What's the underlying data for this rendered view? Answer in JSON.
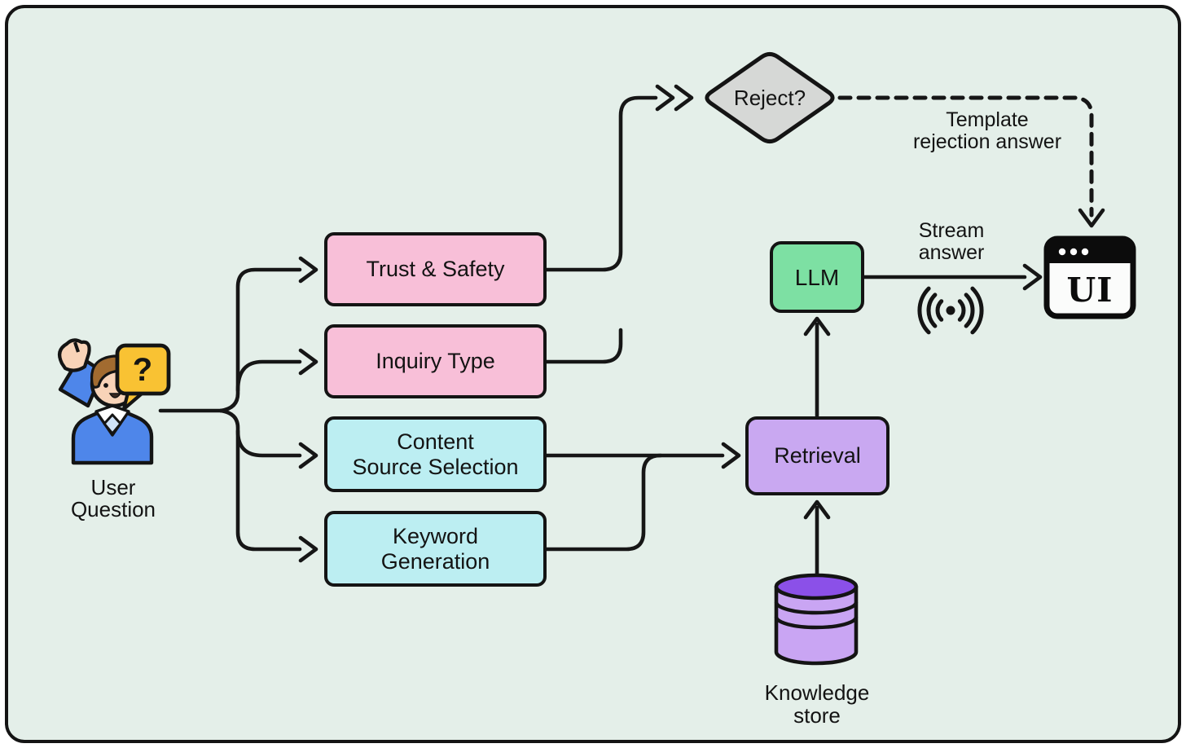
{
  "colors": {
    "background": "#e4efe9",
    "frame_border": "#141414",
    "pink": "#f8bfd8",
    "cyan": "#bceef2",
    "green": "#7de0a3",
    "purple": "#c9a8f1",
    "diamond_gray": "#d6d8d6",
    "cylinder_body": "#c9a5f3",
    "cylinder_top": "#8b50e8",
    "bubble_yellow": "#f9c233",
    "line": "#161616"
  },
  "nodes": {
    "user": {
      "label1": "User",
      "label2": "Question",
      "bubble": "?"
    },
    "trust_safety": {
      "label": "Trust & Safety"
    },
    "inquiry_type": {
      "label": "Inquiry Type"
    },
    "content_source": {
      "label1": "Content",
      "label2": "Source Selection"
    },
    "keyword_generation": {
      "label1": "Keyword",
      "label2": "Generation"
    },
    "reject": {
      "label": "Reject?"
    },
    "llm": {
      "label": "LLM"
    },
    "retrieval": {
      "label": "Retrieval"
    },
    "knowledge_store": {
      "label1": "Knowledge",
      "label2": "store"
    },
    "ui": {
      "label": "UI"
    }
  },
  "edges": {
    "template_rejection": {
      "label1": "Template",
      "label2": "rejection answer"
    },
    "stream_answer": {
      "label1": "Stream",
      "label2": "answer"
    }
  }
}
